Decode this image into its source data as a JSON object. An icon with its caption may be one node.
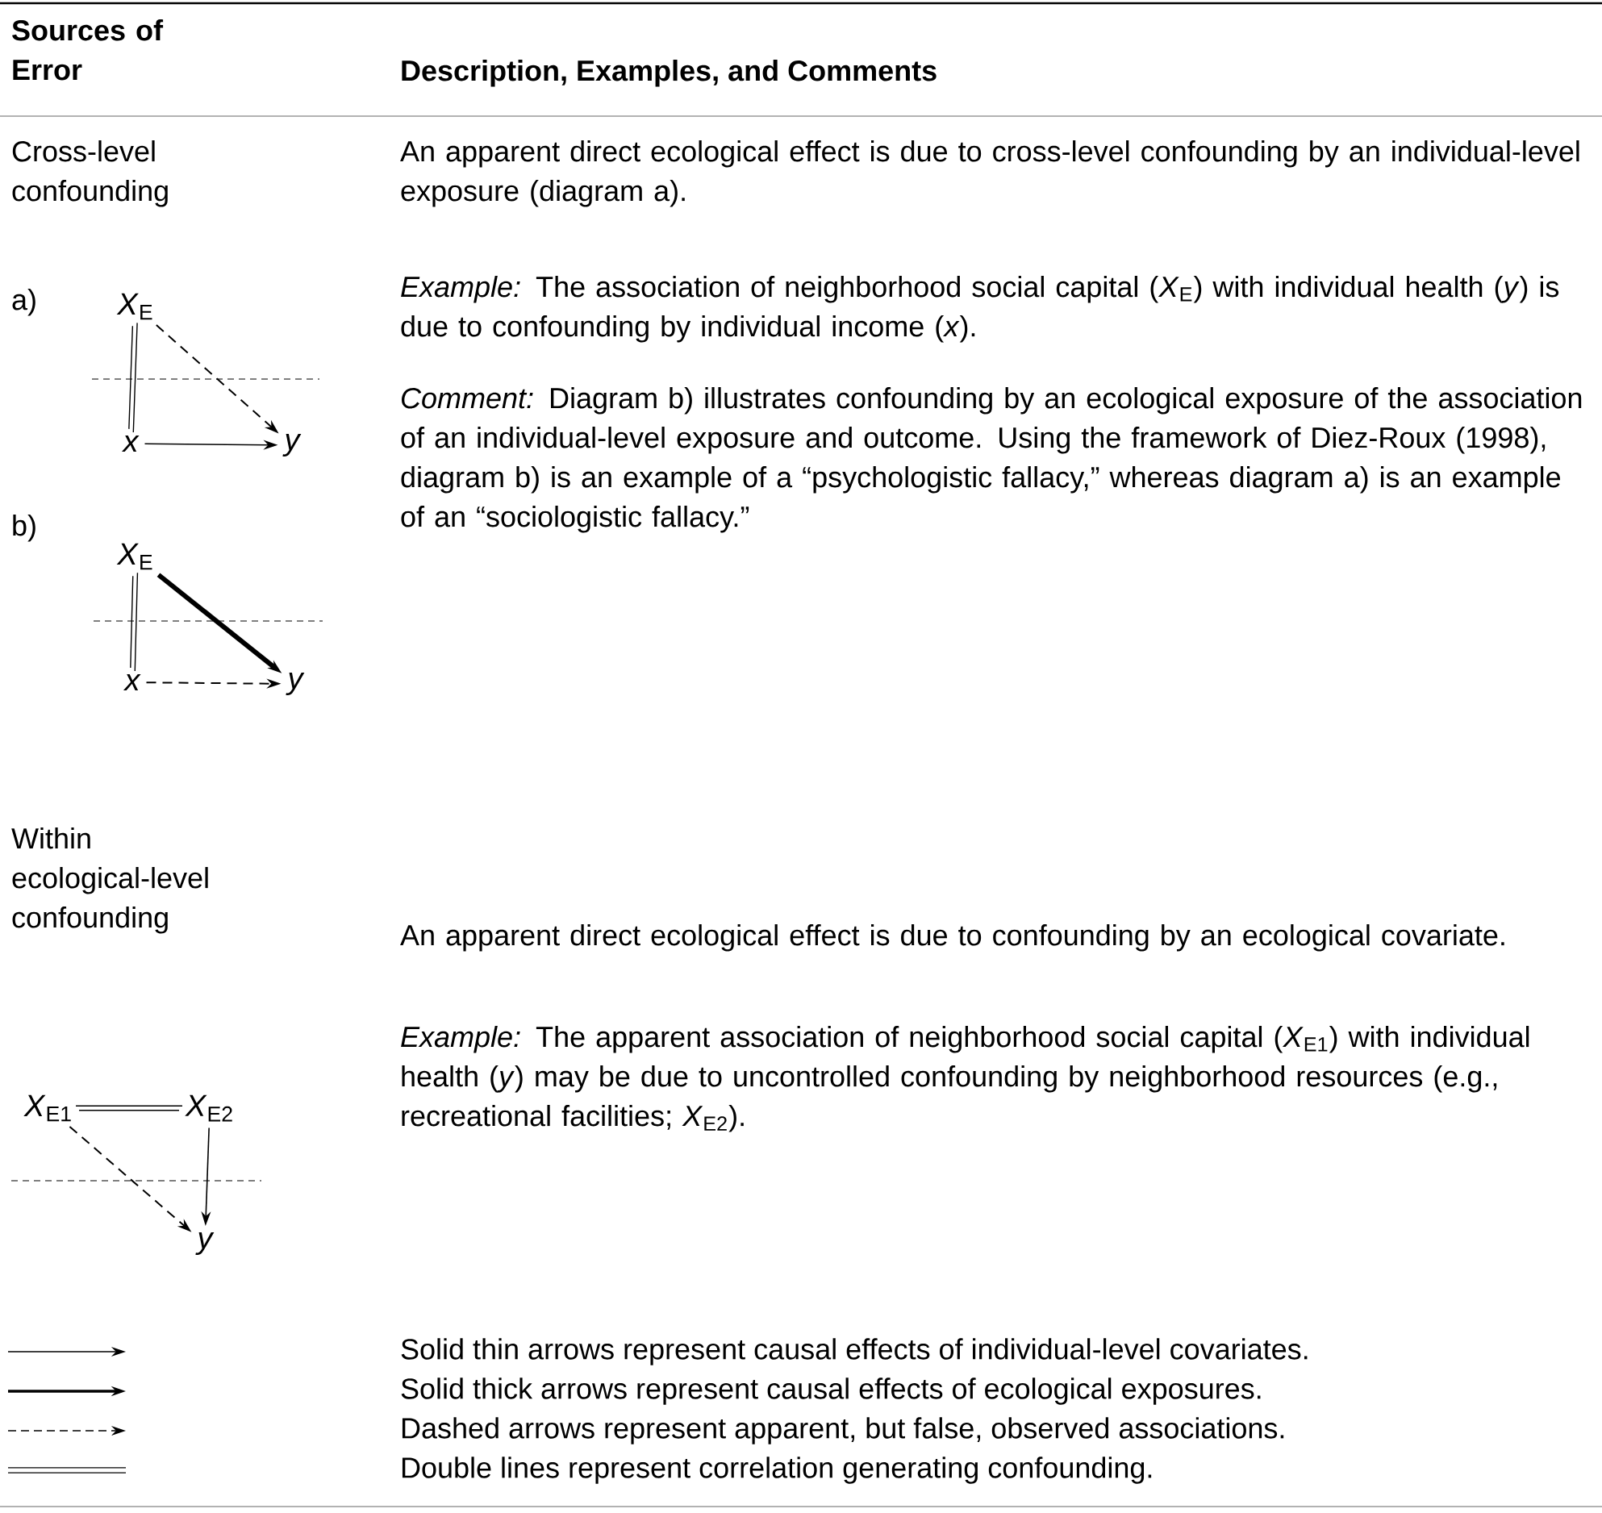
{
  "diagram": {
    "nodes": [
      {
        "text": [
          "*X*$_{E}$"
        ]
      },
      {
        "text": [
          "x"
        ]
      },
      {
        "text": [
          "y"
        ]
      },
      {
        "text": [
          "*X*$_{E}$"
        ]
      },
      {
        "text": [
          "x"
        ]
      },
      {
        "text": [
          "y"
        ]
      },
      {
        "text": [
          "*X*$_{E1}$"
        ]
      },
      {
        "text": [
          "*X*$_{E2}$"
        ]
      },
      {
        "text": [
          "y"
        ]
      }
    ],
    "edges": [
      {
        "from": 0,
        "to": 2,
        "arrow": "to",
        "style": "dashed"
      },
      {
        "from": 1,
        "to": 2,
        "arrow": "to"
      },
      {
        "from": 0,
        "to": 1,
        "arrow": "none"
      },
      {
        "from": 3,
        "to": 5,
        "arrow": "to",
        "style": "thick"
      },
      {
        "from": 4,
        "to": 5,
        "arrow": "to",
        "style": "dashed"
      },
      {
        "from": 3,
        "to": 4,
        "arrow": "none"
      },
      {
        "from": 6,
        "to": 7,
        "arrow": "none"
      },
      {
        "from": 6,
        "to": 8,
        "arrow": "to",
        "style": "dashed"
      },
      {
        "from": 7,
        "to": 8,
        "arrow": "to"
      }
    ],
    "labels": [
      "Sources of Error",
      "Description, Examples, and Comments",
      "Cross-level confounding",
      "An apparent direct ecological effect is due to cross-level confounding by an individual-level exposure (diagram a).",
      "a)",
      "*Example:* The association of neighborhood social capital (*X*$_{E}$) with individual health (*y*) is due to confounding by individual income (*x*).",
      "*Comment:* Diagram b) illustrates confounding by an ecological exposure of the association of an individual-level exposure and outcome. Using the framework of Diez-Roux (1998), diagram b) is an example of a “psychologistic fallacy,” whereas diagram a) is an example of an “sociologistic fallacy.”",
      "b)",
      "Within ecological-level confounding",
      "An apparent direct ecological effect is due to confounding by an ecological covariate.",
      "*Example:* The apparent association of neighborhood social capital (*X*$_{E1}$) with individual health (*y*) may be due to uncontrolled confounding by neighborhood resources (e.g., recreational facilities; *X*$_{E2}$)."
    ],
    "legend": [
      {
        "text": "Solid thin arrows represent causal effects of individual-level covariates."
      },
      {
        "text": "Solid thick arrows represent causal effects of ecological exposures."
      },
      {
        "text": "Dashed arrows represent apparent, but false, observed associations."
      },
      {
        "text": "Double lines represent correlation generating confounding."
      }
    ]
  }
}
